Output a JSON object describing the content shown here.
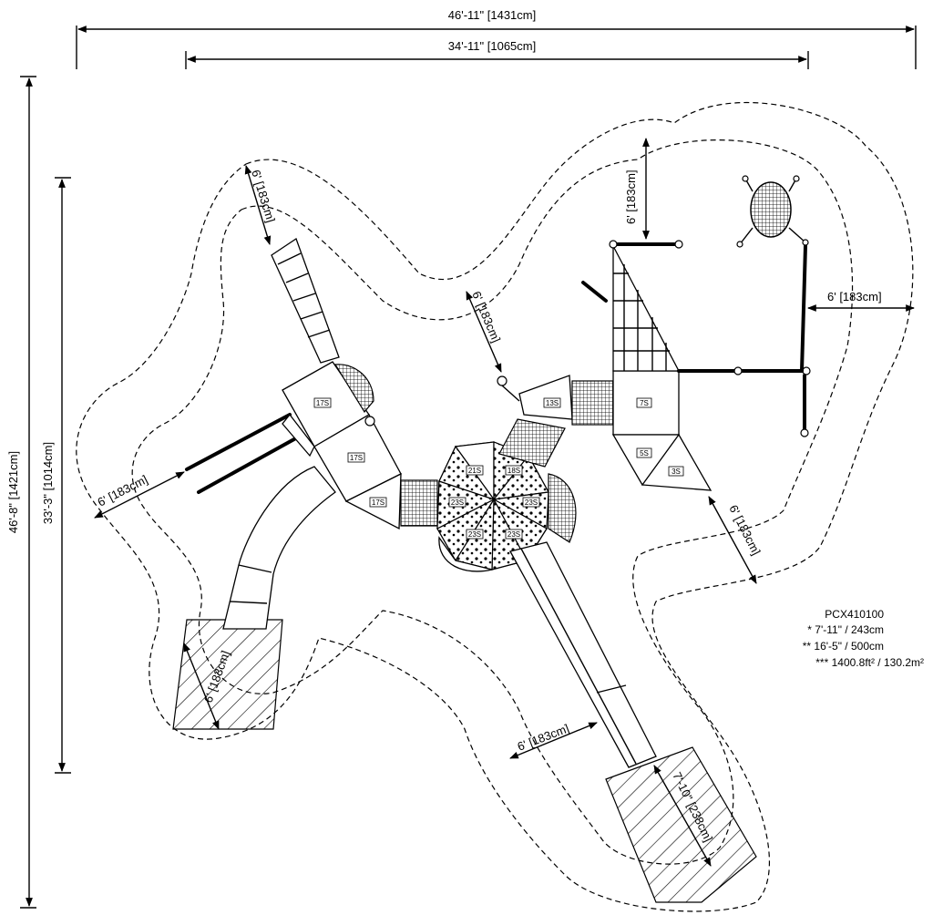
{
  "dimensions": {
    "overall_width": "46'-11\" [1431cm]",
    "inner_width": "34'-11\" [1065cm]",
    "overall_height": "46'-8\" [1421cm]",
    "inner_height": "33'-3\" [1014cm]",
    "clearance_nw": "6' [183cm]",
    "clearance_ne_top": "6' [183cm]",
    "clearance_center": "6' [183cm]",
    "clearance_east": "6' [183cm]",
    "clearance_west": "6' [183cm]",
    "clearance_se": "6' [183cm]",
    "clearance_slide_left": "6' [183cm]",
    "clearance_bottom": "6' [183cm]",
    "slide_exit": "7'-10\" [238cm]"
  },
  "decks": {
    "d1": "17S",
    "d2": "17S",
    "d3": "17S",
    "d4": "21S",
    "d5": "18S",
    "d6": "23S",
    "d7": "23S",
    "d8": "23S",
    "d9": "23S",
    "d10": "13S",
    "d11": "7S",
    "d12": "5S",
    "d13": "3S"
  },
  "spec": {
    "model": "PCX410100",
    "line1": "* 7'-11\" / 243cm",
    "line2": "** 16'-5\" / 500cm",
    "line3": "*** 1400.8ft² / 130.2m²"
  }
}
